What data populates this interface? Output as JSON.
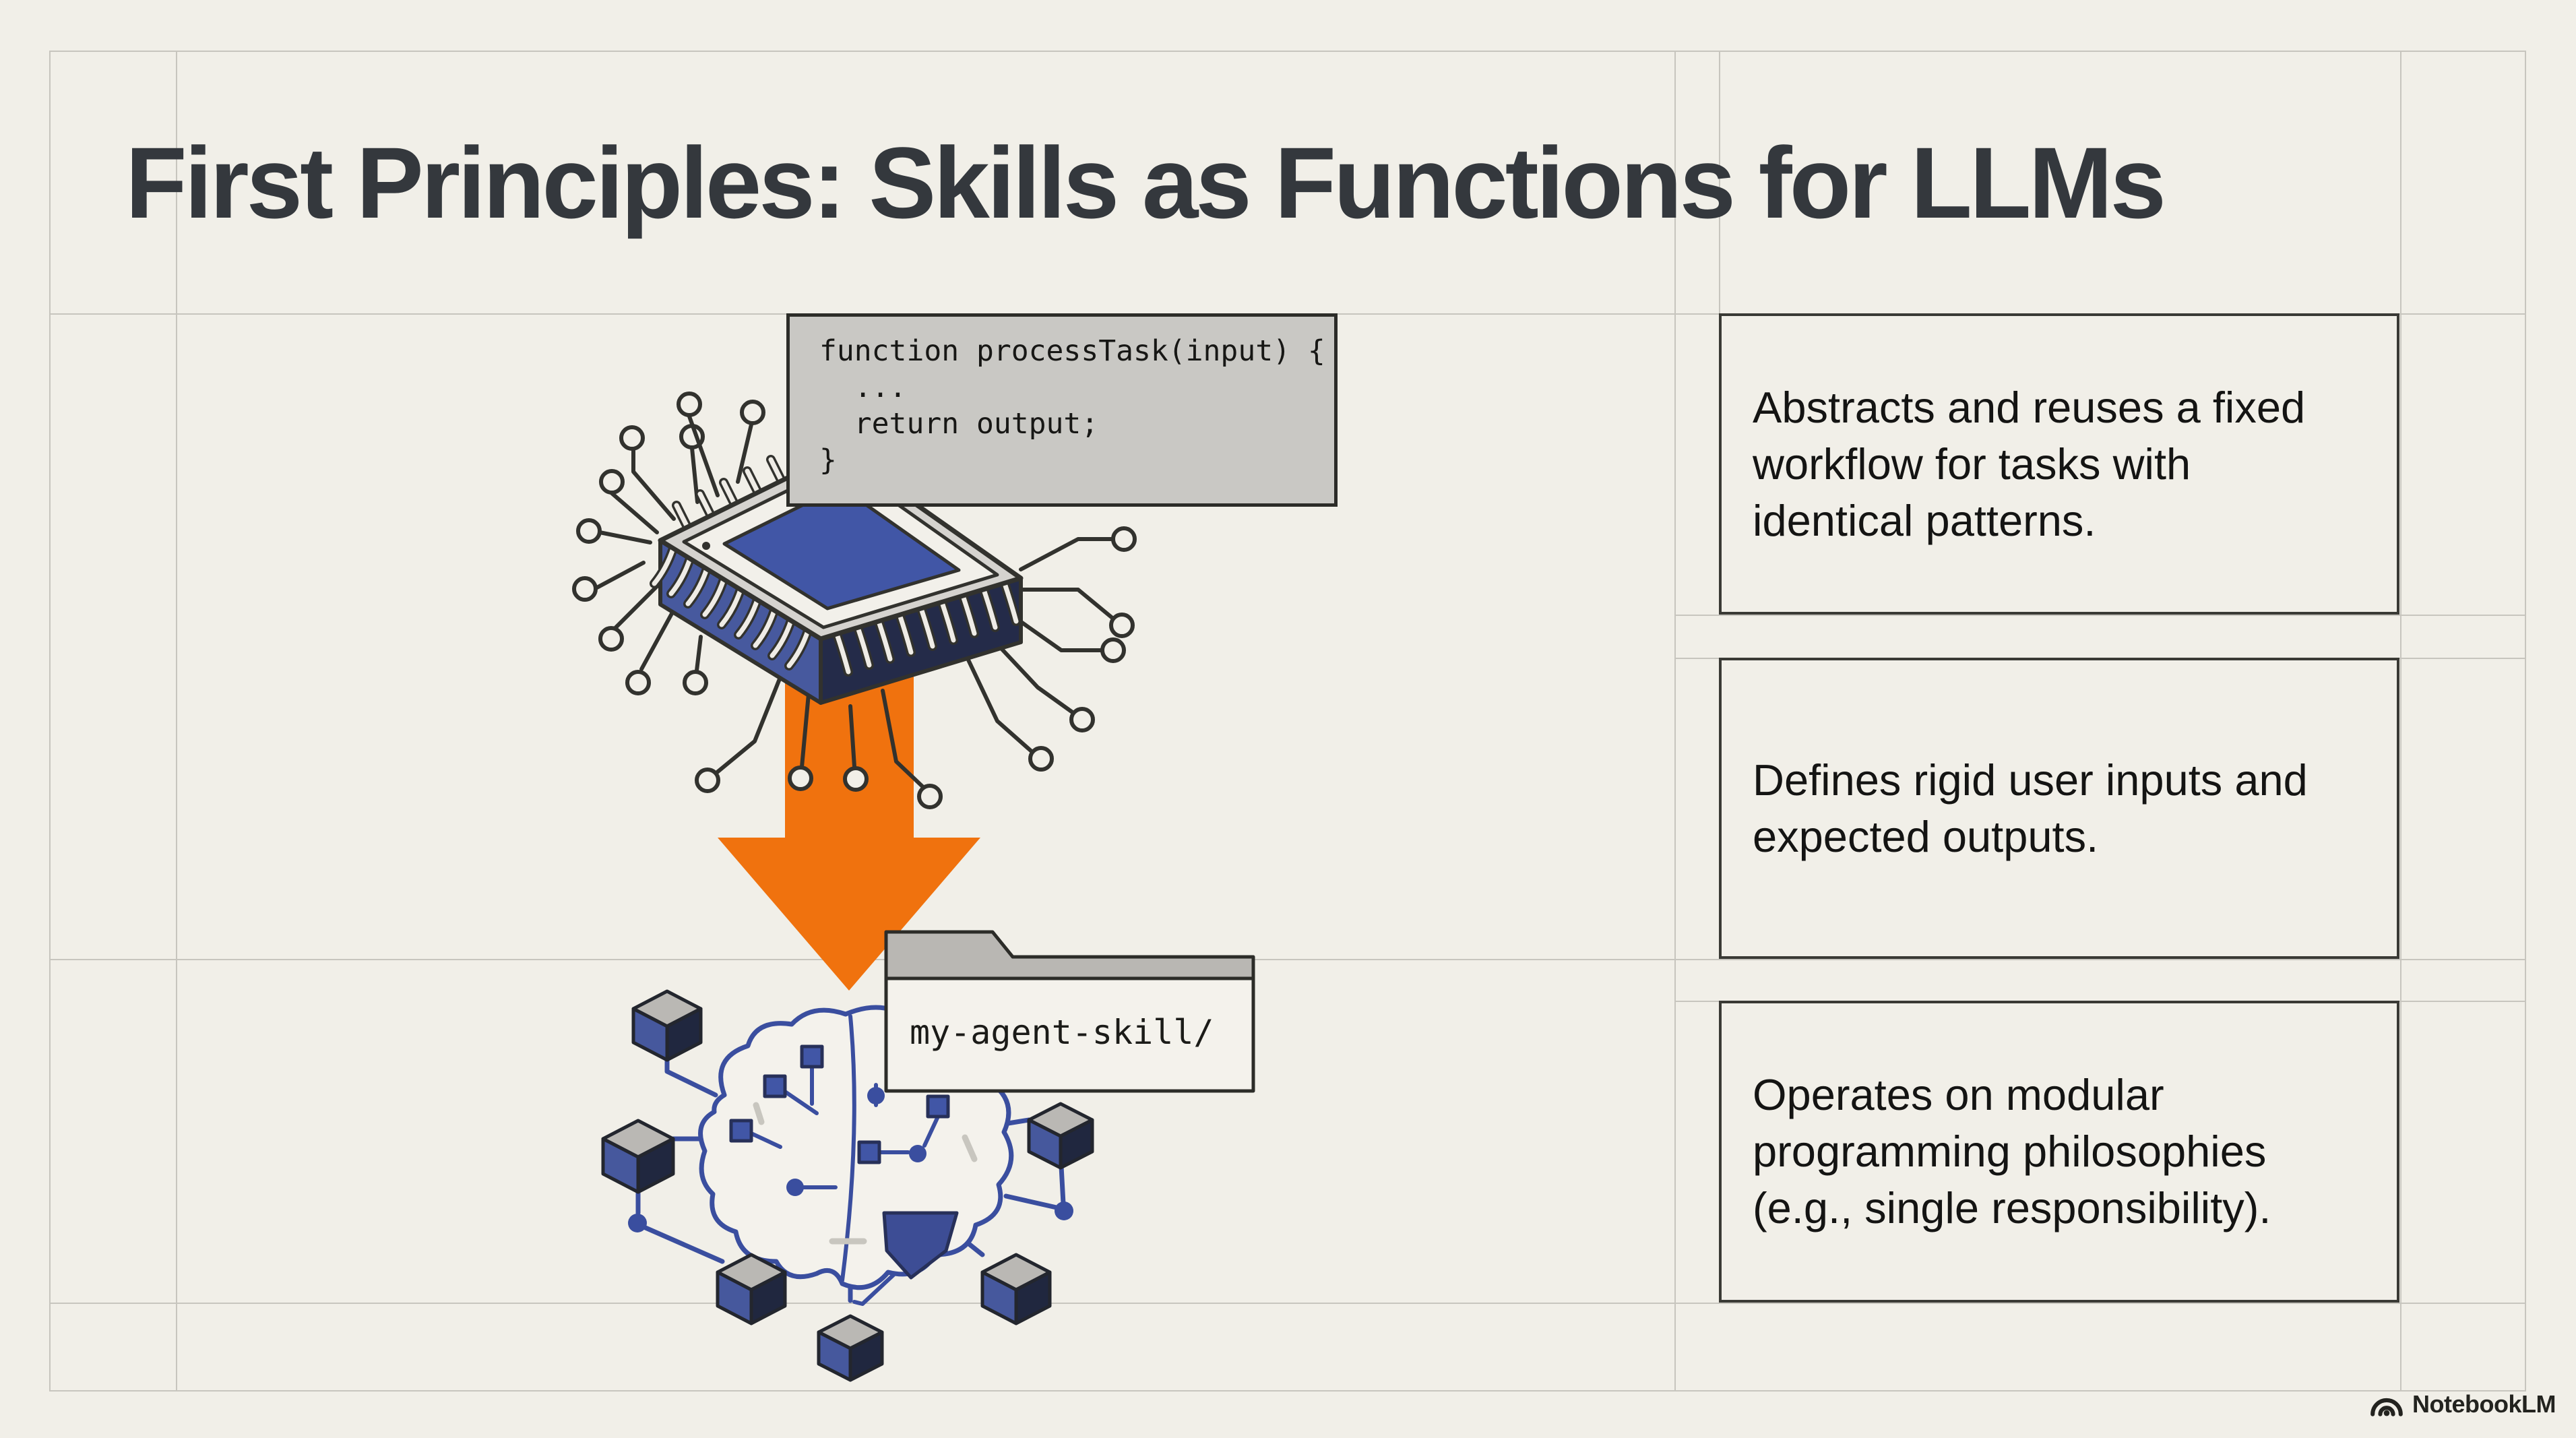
{
  "slide": {
    "title": "First Principles: Skills as Functions for LLMs",
    "background_color": "#f1efe8",
    "ink_color": "#34383d",
    "accent_orange": "#f0720e",
    "circuit_blue": "#4156a6",
    "guide_line_color": "#c7c5be"
  },
  "code_snippet": {
    "lines": [
      "function processTask(input) {",
      "  ...",
      "  return output;",
      "}"
    ]
  },
  "folder": {
    "label": "my-agent-skill/"
  },
  "bullets": [
    {
      "text": "Abstracts and reuses a fixed\nworkflow for tasks with\nidentical patterns."
    },
    {
      "text": "Defines rigid user inputs and\nexpected outputs."
    },
    {
      "text": "Operates on modular\nprogramming philosophies\n(e.g., single responsibility)."
    }
  ],
  "watermark": {
    "label": "NotebookLM",
    "icon": "notebooklm-logo"
  },
  "icons": {
    "cpu": "cpu-chip-illustration",
    "arrow": "down-arrow",
    "brain": "circuit-brain-illustration",
    "folder": "folder-illustration"
  }
}
